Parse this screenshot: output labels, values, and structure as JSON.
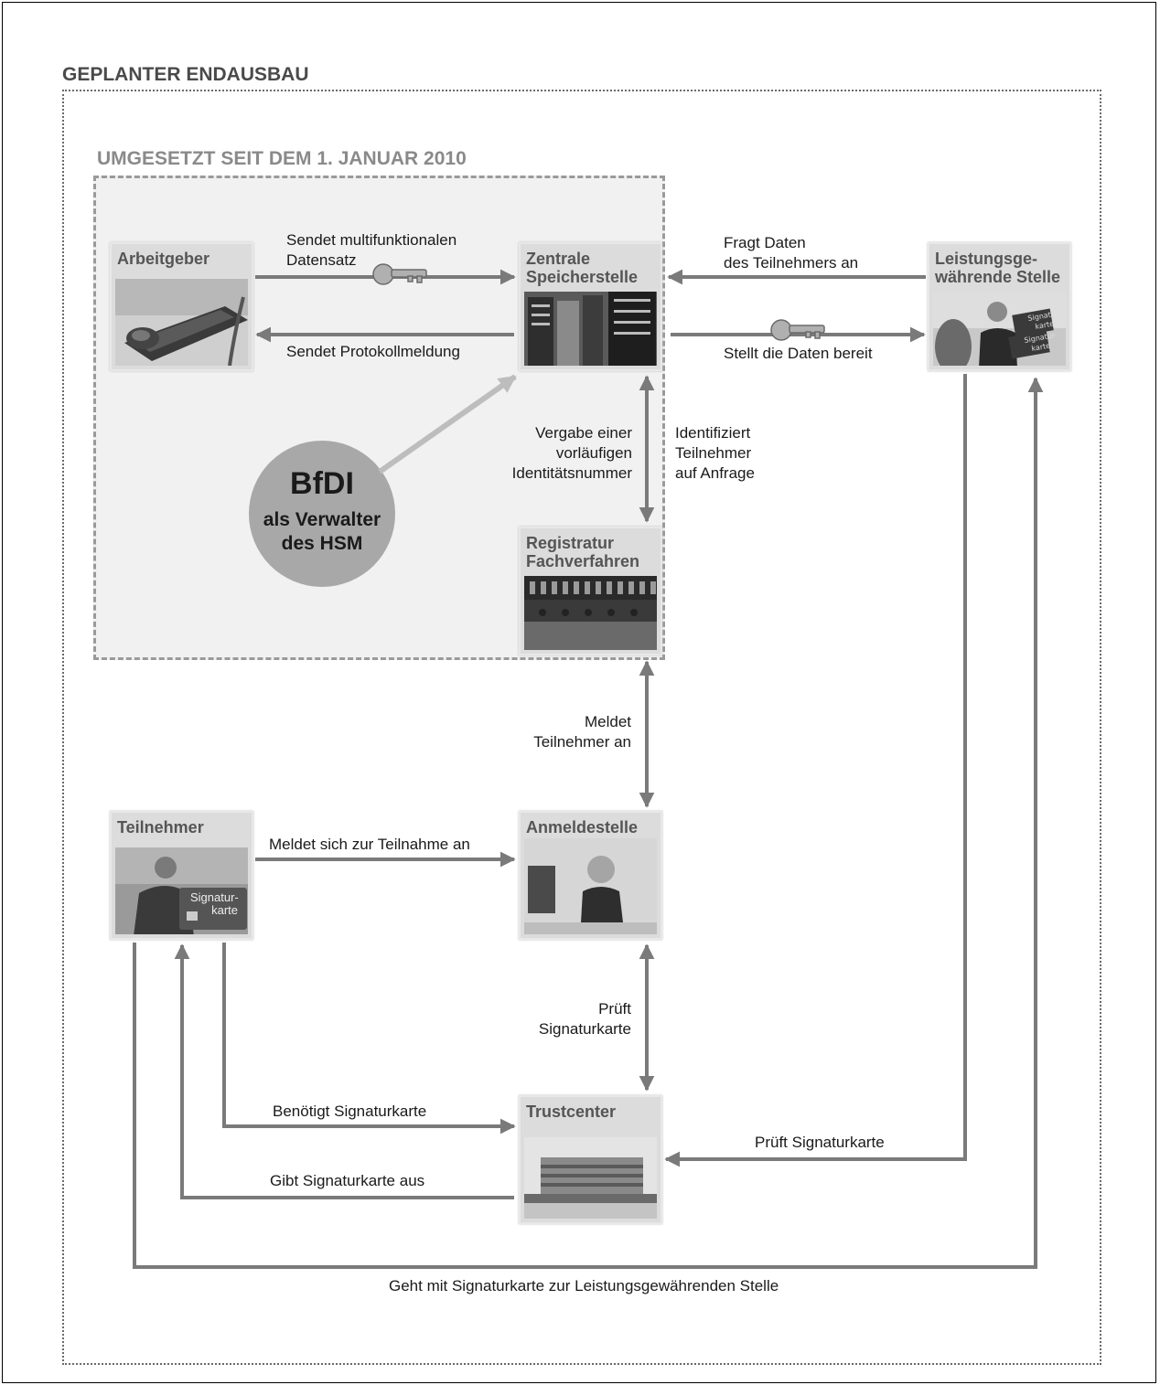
{
  "outer_title": "GEPLANTER ENDAUSBAU",
  "inner_title": "UMGESETZT SEIT DEM 1. JANUAR 2010",
  "nodes": {
    "arbeitgeber": "Arbeitgeber",
    "zentrale": "Zentrale\nSpeicherstelle",
    "leistung": "Leistungsge-\nwährende Stelle",
    "registratur": "Registratur\nFachverfahren",
    "teilnehmer": "Teilnehmer",
    "anmeldestelle": "Anmeldestelle",
    "trustcenter": "Trustcenter"
  },
  "card_label": "Signatur-\nkarte",
  "bfdi": {
    "name": "BfDI",
    "subtitle": "als Verwalter\ndes HSM"
  },
  "edges": {
    "sendet_datensatz": "Sendet multifunktionalen\nDatensatz",
    "sendet_protokoll": "Sendet Protokollmeldung",
    "fragt_daten": "Fragt Daten\ndes Teilnehmers an",
    "stellt_daten": "Stellt die Daten bereit",
    "vergabe": "Vergabe einer\nvorläufigen\nIdentitätsnummer",
    "identifiziert": "Identifiziert\nTeilnehmer\nauf Anfrage",
    "meldet_an": "Meldet\nTeilnehmer an",
    "meldet_sich": "Meldet sich zur Teilnahme an",
    "prueft_karte_anmeld": "Prüft\nSignaturkarte",
    "benoetigt": "Benötigt Signaturkarte",
    "gibt_aus": "Gibt Signaturkarte aus",
    "prueft_karte_leist": "Prüft Signaturkarte",
    "geht_mit": "Geht mit Signaturkarte zur Leistungsgewährenden Stelle"
  }
}
